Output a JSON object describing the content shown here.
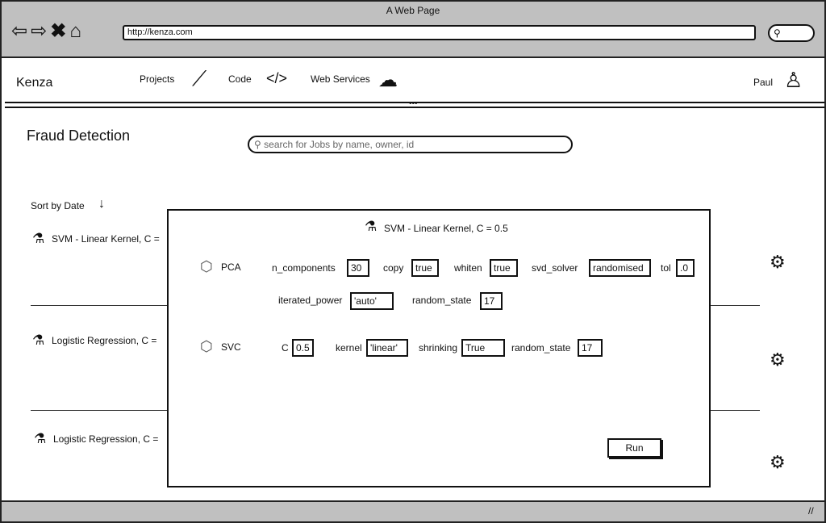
{
  "browser": {
    "title": "A Web Page",
    "url": "http://kenza.com"
  },
  "nav": {
    "brand": "Kenza",
    "items": [
      {
        "label": "Projects",
        "icon": "magic-wand-icon"
      },
      {
        "label": "Code",
        "icon": "code-icon"
      },
      {
        "label": "Web Services",
        "icon": "cloud-icon"
      }
    ],
    "user": "Paul"
  },
  "page": {
    "title": "Fraud Detection",
    "search_placeholder": "search for Jobs by name, owner, id",
    "sort_label": "Sort by Date"
  },
  "jobs": [
    {
      "name": "SVM - Linear Kernel, C ="
    },
    {
      "name": "Logistic Regression, C ="
    },
    {
      "name": "Logistic Regression, C ="
    }
  ],
  "modal": {
    "title": "SVM - Linear Kernel, C = 0.5",
    "pca": {
      "label": "PCA",
      "n_components_label": "n_components",
      "n_components": "30",
      "copy_label": "copy",
      "copy": "true",
      "whiten_label": "whiten",
      "whiten": "true",
      "svd_solver_label": "svd_solver",
      "svd_solver": "randomised",
      "tol_label": "tol",
      "tol": ".0",
      "iterated_power_label": "iterated_power",
      "iterated_power": "'auto'",
      "random_state_label": "random_state",
      "random_state": "17"
    },
    "svc": {
      "label": "SVC",
      "c_label": "C",
      "c": "0.5",
      "kernel_label": "kernel",
      "kernel": "'linear'",
      "shrinking_label": "shrinking",
      "shrinking": "True",
      "random_state_label": "random_state",
      "random_state": "17"
    },
    "run_label": "Run"
  }
}
